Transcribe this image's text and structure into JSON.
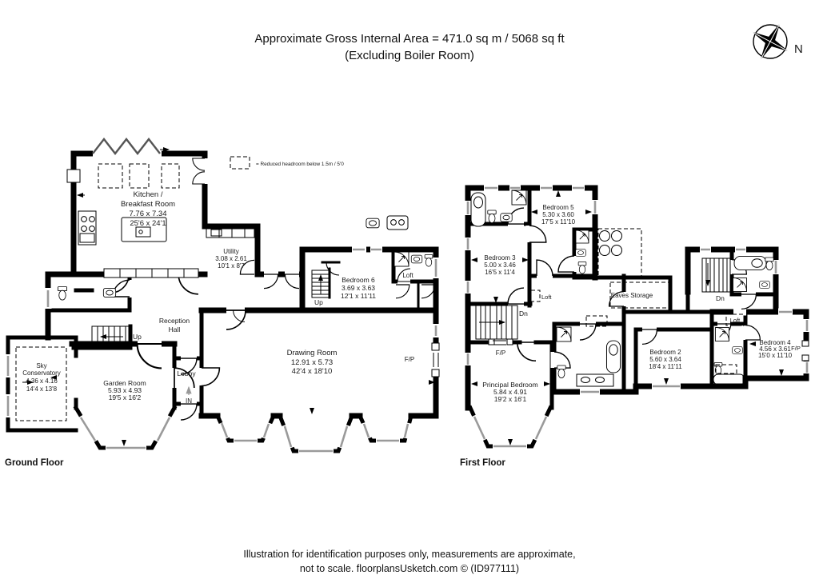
{
  "title": {
    "line1": "Approximate Gross Internal Area = 471.0 sq m / 5068 sq ft",
    "line2": "(Excluding Boiler Room)"
  },
  "compass": {
    "north_label": "N"
  },
  "legend": {
    "reduced_headroom": "= Reduced headroom below 1.5m / 5'0"
  },
  "ground_floor": {
    "label": "Ground Floor",
    "rooms": {
      "kitchen_breakfast": {
        "name1": "Kitchen /",
        "name2": "Breakfast Room",
        "metric": "7.76 x 7.34",
        "imperial": "25'6 x 24'1"
      },
      "utility": {
        "name": "Utility",
        "metric": "3.08 x 2.61",
        "imperial": "10'1 x 8'7"
      },
      "bedroom6": {
        "name": "Bedroom 6",
        "metric": "3.69 x 3.63",
        "imperial": "12'1 x 11'11"
      },
      "loft": {
        "name": "Loft"
      },
      "reception_hall": {
        "name1": "Reception",
        "name2": "Hall"
      },
      "sky_conservatory": {
        "name1": "Sky",
        "name2": "Conservatory",
        "metric": "4.36 x 4.16",
        "imperial": "14'4 x 13'8"
      },
      "garden_room": {
        "name": "Garden Room",
        "metric": "5.93 x 4.93",
        "imperial": "19'5 x 16'2"
      },
      "lobby": {
        "name": "Lobby"
      },
      "drawing_room": {
        "name": "Drawing Room",
        "metric": "12.91 x 5.73",
        "imperial": "42'4 x 18'10"
      }
    },
    "annotations": {
      "up": "Up",
      "in": "IN",
      "fp": "F/P"
    }
  },
  "first_floor": {
    "label": "First Floor",
    "rooms": {
      "bedroom5": {
        "name": "Bedroom 5",
        "metric": "5.30 x 3.60",
        "imperial": "17'5 x 11'10"
      },
      "bedroom3": {
        "name": "Bedroom 3",
        "metric": "5.00 x 3.46",
        "imperial": "16'5 x 11'4"
      },
      "eaves_storage": {
        "name": "Eaves Storage"
      },
      "principal_bedroom": {
        "name": "Principal Bedroom",
        "metric": "5.84 x 4.91",
        "imperial": "19'2 x 16'1"
      },
      "bedroom2": {
        "name": "Bedroom 2",
        "metric": "5.60 x 3.64",
        "imperial": "18'4 x 11'11"
      },
      "bedroom4": {
        "name": "Bedroom 4",
        "metric": "4.56 x 3.61",
        "imperial": "15'0 x 11'10"
      }
    },
    "annotations": {
      "dn": "Dn",
      "fp": "F/P",
      "loft": "Loft"
    }
  },
  "footer": {
    "line1": "Illustration for identification purposes only, measurements are approximate,",
    "line2": "not to scale. floorplansUsketch.com © (ID977111)"
  }
}
